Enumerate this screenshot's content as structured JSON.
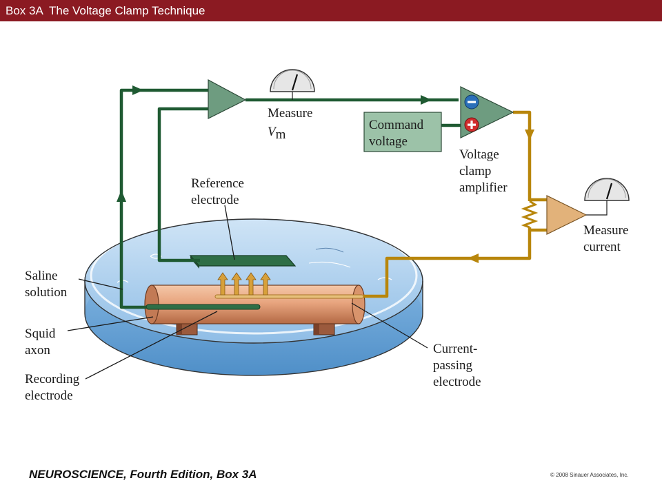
{
  "header": {
    "title": "Box 3A  The Voltage Clamp Technique"
  },
  "labels": {
    "measure_vm": [
      "Measure",
      "V",
      "m"
    ],
    "command_voltage": [
      "Command",
      "voltage"
    ],
    "voltage_clamp_amplifier": [
      "Voltage",
      "clamp",
      "amplifier"
    ],
    "reference_electrode": [
      "Reference",
      "electrode"
    ],
    "measure_current": [
      "Measure",
      "current"
    ],
    "saline_solution": [
      "Saline",
      "solution"
    ],
    "squid_axon": [
      "Squid",
      "axon"
    ],
    "recording_electrode": [
      "Recording",
      "electrode"
    ],
    "current_passing_electrode": [
      "Current-",
      "passing",
      "electrode"
    ]
  },
  "symbols": {
    "minus": "−",
    "plus": "+"
  },
  "footer": {
    "left": "NEUROSCIENCE, Fourth Edition, Box 3A",
    "right": "© 2008 Sinauer Associates, Inc."
  },
  "colors": {
    "header_bg": "#8b1a22",
    "green_wire": "#1f5a32",
    "orange_wire": "#b8860b",
    "amplifier_green": "#6e9c80",
    "amplifier_tan": "#e2b27a",
    "saline": "#9fc8ec",
    "axon": "#e6a37c"
  }
}
